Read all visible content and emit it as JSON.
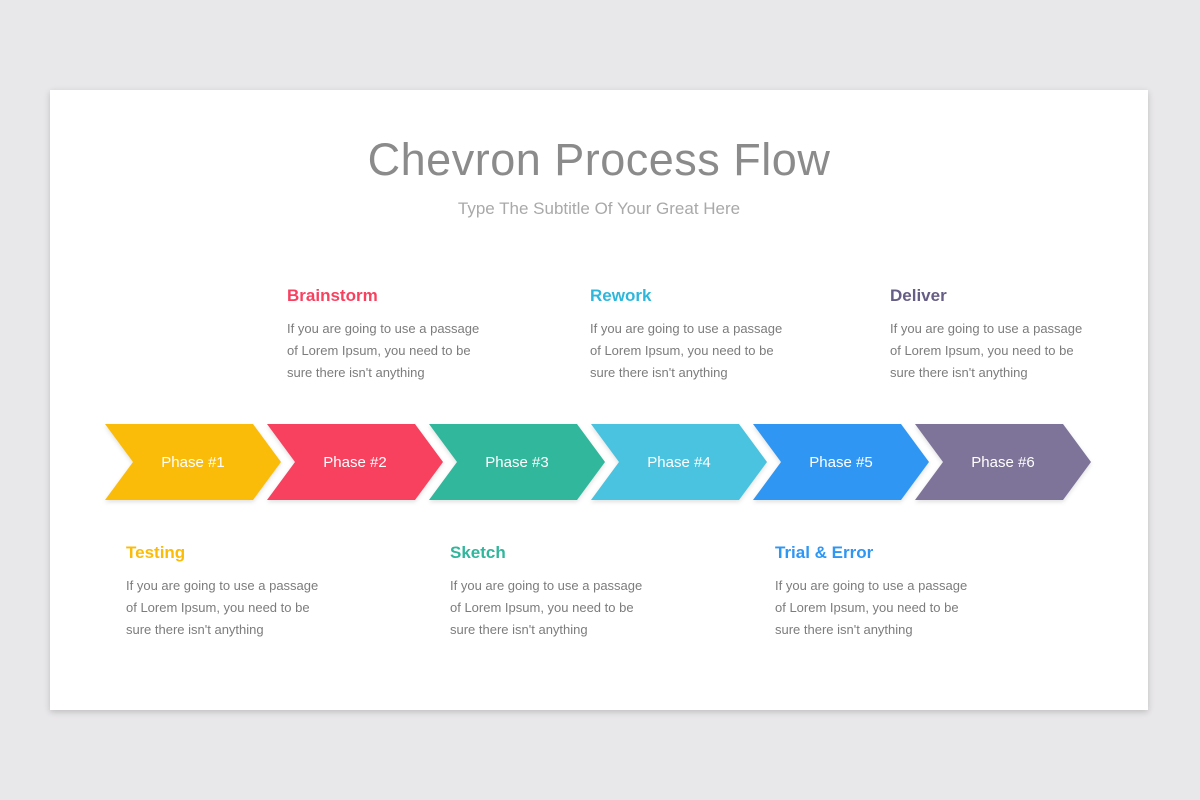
{
  "colors": {
    "page_background": "#E8E7E9",
    "card_background": "#FFFFFF",
    "body_text": "#7C7C7C"
  },
  "header": {
    "title": "Chevron Process Flow",
    "subtitle": "Type The Subtitle Of Your Great Here",
    "title_color": "#8B8B8B",
    "subtitle_color": "#A9A9A9"
  },
  "description_lines": [
    "If you are going to use a passage",
    "of Lorem Ipsum, you need to be",
    "sure there isn't anything"
  ],
  "phases": [
    {
      "label": "Phase #1",
      "color": "#FBBC09"
    },
    {
      "label": "Phase #2",
      "color": "#F8405F"
    },
    {
      "label": "Phase #3",
      "color": "#30B79C"
    },
    {
      "label": "Phase #4",
      "color": "#49C3DF"
    },
    {
      "label": "Phase #5",
      "color": "#3096F3"
    },
    {
      "label": "Phase #6",
      "color": "#7E7398"
    }
  ],
  "top_callouts": [
    {
      "label": "Brainstorm",
      "color": "#F8405F"
    },
    {
      "label": "Rework",
      "color": "#2FB7DB"
    },
    {
      "label": "Deliver",
      "color": "#675E85"
    }
  ],
  "bottom_callouts": [
    {
      "label": "Testing",
      "color": "#FBBC09"
    },
    {
      "label": "Sketch",
      "color": "#2FB69B"
    },
    {
      "label": "Trial & Error",
      "color": "#2E96F3"
    }
  ]
}
